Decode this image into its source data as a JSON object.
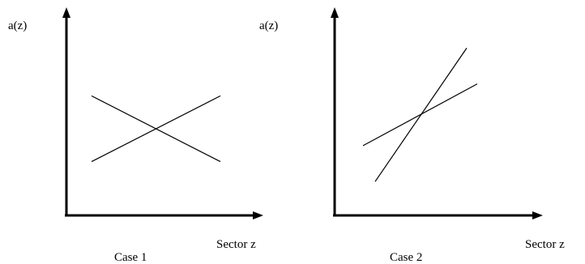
{
  "colors": {
    "ink": "#000000",
    "background": "#ffffff"
  },
  "panels": [
    {
      "y_label": "a(z)",
      "x_label": "Sector z",
      "caption": "Case 1",
      "lines": [
        {
          "name": "falling-line",
          "trend": "decreasing",
          "start": 0.6,
          "end": 0.27
        },
        {
          "name": "rising-line",
          "trend": "increasing",
          "start": 0.27,
          "end": 0.6
        }
      ]
    },
    {
      "y_label": "a(z)",
      "x_label": "Sector z",
      "caption": "Case 2",
      "lines": [
        {
          "name": "steep-line",
          "trend": "increasing",
          "start": 0.17,
          "end": 0.84
        },
        {
          "name": "flat-line",
          "trend": "increasing",
          "start": 0.35,
          "end": 0.66
        }
      ]
    }
  ]
}
